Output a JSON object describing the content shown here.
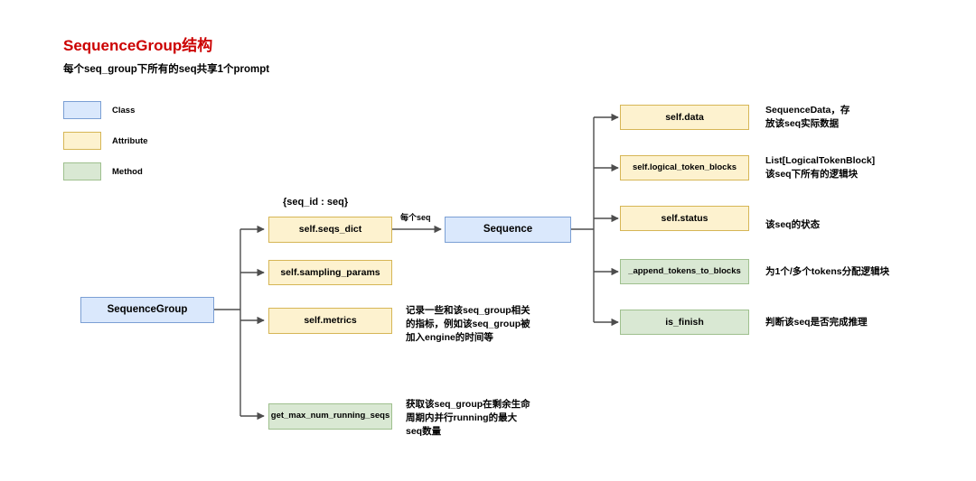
{
  "header": {
    "title": "SequenceGroup结构",
    "title_color": "#cc0000",
    "subtitle": "每个seq_group下所有的seq共享1个prompt"
  },
  "legend": {
    "items": [
      {
        "label": "Class",
        "fill": "#dae8fc",
        "stroke": "#7b9fd4"
      },
      {
        "label": "Attribute",
        "fill": "#fdf2cf",
        "stroke": "#d6b656"
      },
      {
        "label": "Method",
        "fill": "#d9e8d3",
        "stroke": "#9fc08e"
      }
    ]
  },
  "nodes": {
    "sequence_group": "SequenceGroup",
    "seqs_dict": "self.seqs_dict",
    "sampling_params": "self.sampling_params",
    "metrics": "self.metrics",
    "get_max_num_running_seqs": "get_max_num_running_seqs",
    "sequence": "Sequence",
    "data": "self.data",
    "logical_token_blocks": "self.logical_token_blocks",
    "status": "self.status",
    "append_tokens_to_blocks": "_append_tokens_to_blocks",
    "is_finish": "is_finish"
  },
  "captions": {
    "seqs_dict_type": "{seq_id : seq}"
  },
  "edge_labels": {
    "per_seq": "每个seq"
  },
  "annotations": {
    "metrics": "记录一些和该seq_group相关\n的指标，例如该seq_group被\n加入engine的时间等",
    "get_max_num_running_seqs": "获取该seq_group在剩余生命\n周期内并行running的最大\nseq数量",
    "data": "SequenceData，存\n放该seq实际数据",
    "logical_token_blocks": "List[LogicalTokenBlock]\n该seq下所有的逻辑块",
    "status": "该seq的状态",
    "append_tokens_to_blocks": "为1个/多个tokens分配逻辑块",
    "is_finish": "判断该seq是否完成推理"
  }
}
